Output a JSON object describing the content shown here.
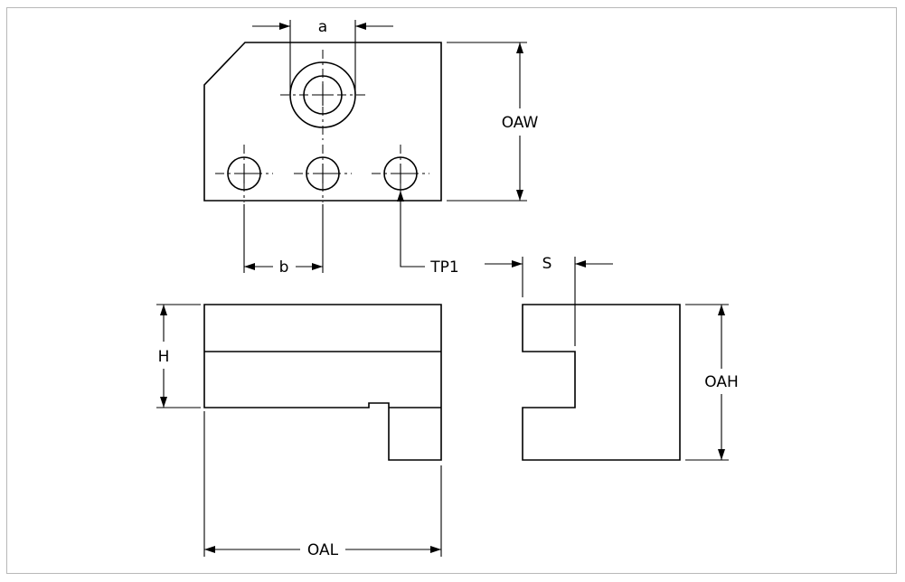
{
  "labels": {
    "a": "a",
    "b": "b",
    "oaw": "OAW",
    "tp1": "TP1",
    "s": "S",
    "h": "H",
    "oah": "OAH",
    "oal": "OAL"
  }
}
